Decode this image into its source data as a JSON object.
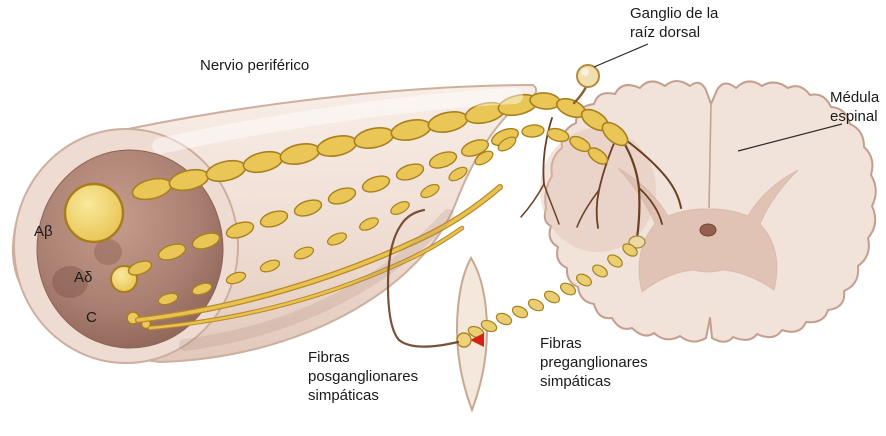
{
  "labels": {
    "nervio": "Nervio periférico",
    "ganglio": {
      "l1": "Ganglio de la",
      "l2": "raíz dorsal"
    },
    "medula": {
      "l1": "Médula",
      "l2": "espinal"
    },
    "abeta": "Aβ",
    "adelta": "Aδ",
    "c": "C",
    "posgang": {
      "l1": "Fibras",
      "l2": "posganglionares",
      "l3": "simpáticas"
    },
    "pregang": {
      "l1": "Fibras",
      "l2": "preganglionares",
      "l3": "simpáticas"
    }
  },
  "colors": {
    "fiber_yellow": "#e9c655",
    "fiber_outline": "#a8801f",
    "nerve_sheath_light": "#f6ebe4",
    "nerve_interior": "#a97f71",
    "cord_body": "#f1e2da",
    "cord_outline": "#c49e8e",
    "gray_matter": "#dcbcac",
    "axon_brown": "#6b3f24",
    "synapse_arrow_red": "#d42310",
    "text": "#1a1a1a"
  }
}
